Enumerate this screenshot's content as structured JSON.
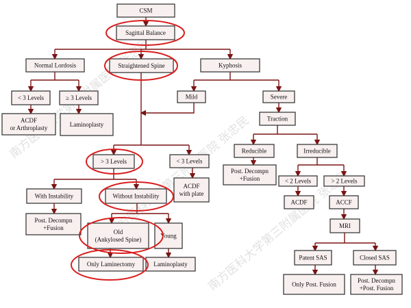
{
  "diagram": {
    "nodes": [
      {
        "id": "csm",
        "lines": [
          "CSM"
        ]
      },
      {
        "id": "sagittal",
        "lines": [
          "Sagittal Balance"
        ]
      },
      {
        "id": "normal",
        "lines": [
          "Normal Lordosis"
        ]
      },
      {
        "id": "straight",
        "lines": [
          "Straightened Spine"
        ]
      },
      {
        "id": "kyphosis",
        "lines": [
          "Kyphosis"
        ]
      },
      {
        "id": "lt3a",
        "lines": [
          "< 3 Levels"
        ]
      },
      {
        "id": "ge3",
        "lines": [
          "≥ 3 Levels"
        ]
      },
      {
        "id": "acdfarth",
        "lines": [
          "ACDF",
          "or Arthroplasty"
        ]
      },
      {
        "id": "lamino1",
        "lines": [
          "Laminoplasty"
        ]
      },
      {
        "id": "mild",
        "lines": [
          "Mild"
        ]
      },
      {
        "id": "severe",
        "lines": [
          "Severe"
        ]
      },
      {
        "id": "traction",
        "lines": [
          "Traction"
        ]
      },
      {
        "id": "reducible",
        "lines": [
          "Reducible"
        ]
      },
      {
        "id": "irreducible",
        "lines": [
          "Irreducible"
        ]
      },
      {
        "id": "gt3",
        "lines": [
          "> 3 Levels"
        ]
      },
      {
        "id": "lt3b",
        "lines": [
          "< 3 Levels"
        ]
      },
      {
        "id": "postfus1",
        "lines": [
          "Post. Decompn",
          "+Fusion"
        ]
      },
      {
        "id": "acdfplate",
        "lines": [
          "ACDF",
          "with plate"
        ]
      },
      {
        "id": "withinst",
        "lines": [
          "With Instability"
        ]
      },
      {
        "id": "withoutinst",
        "lines": [
          "Without Instability"
        ]
      },
      {
        "id": "lt2",
        "lines": [
          "< 2 Levels"
        ]
      },
      {
        "id": "gt2",
        "lines": [
          "> 2 Levels"
        ]
      },
      {
        "id": "acdf",
        "lines": [
          "ACDF"
        ]
      },
      {
        "id": "accf",
        "lines": [
          "ACCF"
        ]
      },
      {
        "id": "postfus2",
        "lines": [
          "Post. Decompn",
          "+Fusion"
        ]
      },
      {
        "id": "mri",
        "lines": [
          "MRI"
        ]
      },
      {
        "id": "old",
        "lines": [
          "Old",
          "(Ankylosed Spine)"
        ]
      },
      {
        "id": "young",
        "lines": [
          "Young"
        ]
      },
      {
        "id": "onlylam",
        "lines": [
          "Only Laminectomy"
        ]
      },
      {
        "id": "lamino2",
        "lines": [
          "Laminoplasty"
        ]
      },
      {
        "id": "patent",
        "lines": [
          "Patent SAS"
        ]
      },
      {
        "id": "closed",
        "lines": [
          "Closed SAS"
        ]
      },
      {
        "id": "onlypost",
        "lines": [
          "Only Post. Fusion"
        ]
      },
      {
        "id": "postpost",
        "lines": [
          "Post. Decompn",
          "+Post. Fusion"
        ]
      }
    ],
    "highlighted": [
      "sagittal",
      "straight",
      "gt3",
      "withoutinst",
      "old",
      "onlylam"
    ],
    "colors": {
      "edge": "#7a1414",
      "highlight": "#d81e1e",
      "box_fill": "#f8efef"
    }
  },
  "watermark": "南方医科大学第三附属医院 张忠民"
}
